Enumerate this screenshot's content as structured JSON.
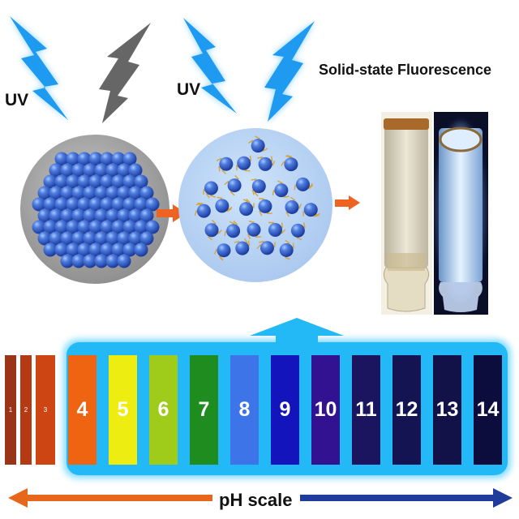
{
  "labels": {
    "uv_left": "UV",
    "uv_right": "UV",
    "fluorescence_title": "Solid-state Fluorescence",
    "ph_scale": "pH scale"
  },
  "ph_scale": {
    "small_cells": [
      {
        "value": "1",
        "color": "#9a3416"
      },
      {
        "value": "2",
        "color": "#b43a14"
      },
      {
        "value": "3",
        "color": "#cc4513"
      }
    ],
    "cells": [
      {
        "value": "4",
        "color": "#ee6410"
      },
      {
        "value": "5",
        "color": "#eded12"
      },
      {
        "value": "6",
        "color": "#9fcc1a"
      },
      {
        "value": "7",
        "color": "#1f8c1f"
      },
      {
        "value": "8",
        "color": "#3d74e8"
      },
      {
        "value": "9",
        "color": "#1414bd"
      },
      {
        "value": "10",
        "color": "#331291"
      },
      {
        "value": "11",
        "color": "#1a155e"
      },
      {
        "value": "12",
        "color": "#141452"
      },
      {
        "value": "13",
        "color": "#121248"
      },
      {
        "value": "14",
        "color": "#0d0d3d"
      }
    ]
  },
  "colors": {
    "glow_blue": "#22c0ff",
    "acidic_arrow": "#e8651c",
    "basic_arrow": "#1f3c9a",
    "particle_blue": "#2c56c2",
    "ligand_gold": "#d9a437",
    "process_arrow": "#ee6322",
    "uv_bolt": "#1e9af0",
    "dark_bolt": "#666666"
  }
}
